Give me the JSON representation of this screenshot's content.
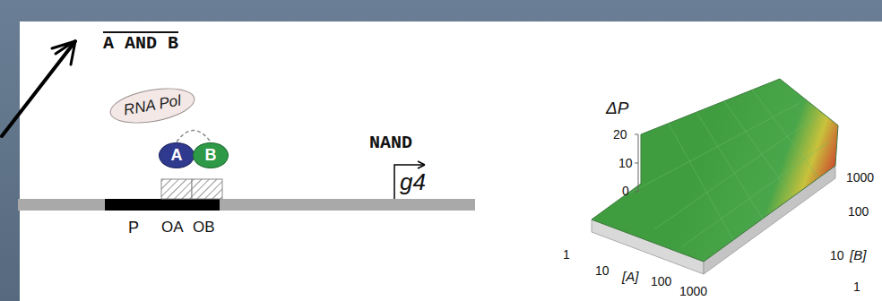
{
  "diagram": {
    "nodes": [
      {
        "text": [
          "RNA Pol"
        ]
      },
      {
        "text": [
          "A"
        ]
      },
      {
        "text": [
          "B"
        ]
      }
    ],
    "edges": [
      {
        "from": 1,
        "to": 2,
        "arrow": "none"
      }
    ],
    "labels": [
      "A AND B",
      "NAND",
      "g4",
      "P",
      "OA",
      "OB",
      "ΔP",
      "20",
      "10",
      "0",
      "1",
      "10",
      "[A]",
      "100",
      "1000",
      "1000",
      "100",
      "10",
      "[B]",
      "1"
    ]
  }
}
